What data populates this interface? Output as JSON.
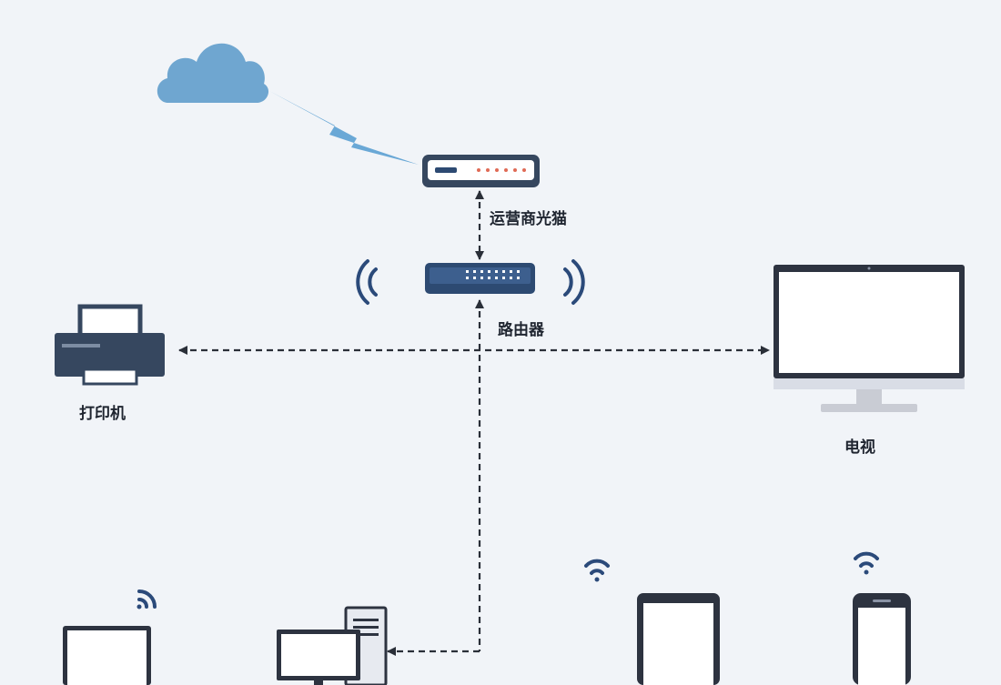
{
  "colors": {
    "background": "#f1f4f8",
    "cloud": "#6fa6d0",
    "lightning": "#6aa8d6",
    "device_dark": "#36475f",
    "device_navy": "#2d4a72",
    "wifi": "#2b4a7a",
    "arrow": "#2a2f38",
    "screen": "#ffffff"
  },
  "labels": {
    "modem": "运营商光猫",
    "router": "路由器",
    "printer": "打印机",
    "tv": "电视"
  },
  "icons": {
    "cloud": "cloud-icon",
    "modem": "optical-modem-icon",
    "router": "router-icon",
    "printer": "printer-icon",
    "tv": "tv-monitor-icon",
    "laptop": "laptop-icon",
    "desktop": "desktop-pc-icon",
    "tablet": "tablet-icon",
    "phone": "smartphone-icon",
    "wifi": "wifi-signal-icon"
  }
}
